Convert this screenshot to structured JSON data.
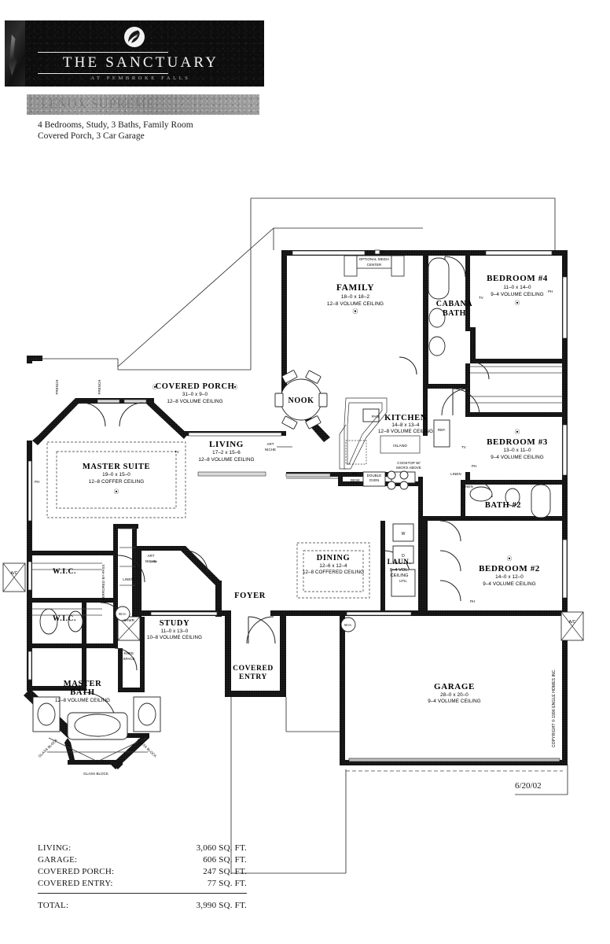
{
  "brand": {
    "title": "THE SANCTUARY",
    "subtitle": "AT  PEMBROKE  FALLS",
    "logo_icon": "leaf-medallion-icon"
  },
  "model": {
    "name": "LENOX SUPREME",
    "features_line1": "4 Bedrooms, Study, 3 Baths, Family Room",
    "features_line2": "Covered Porch, 3 Car Garage"
  },
  "plan": {
    "date": "6/20/02",
    "copyright": "COPYRIGHT © 1996 ENGLE HOMES INC.",
    "rooms": [
      {
        "id": "family",
        "name": "FAMILY",
        "dim": "18–0 x 18–2",
        "ceiling": "12–8 VOLUME CEILING"
      },
      {
        "id": "bedroom4",
        "name": "BEDROOM  #4",
        "dim": "11–0 x 14–0",
        "ceiling": "9–4 VOLUME CEILING"
      },
      {
        "id": "bedroom3",
        "name": "BEDROOM  #3",
        "dim": "13–0 x 11–0",
        "ceiling": "9–4 VOLUME CEILING"
      },
      {
        "id": "bedroom2",
        "name": "BEDROOM  #2",
        "dim": "14–0 x 12–0",
        "ceiling": "9–4 VOLUME CEILING"
      },
      {
        "id": "master-suite",
        "name": "MASTER  SUITE",
        "dim": "19–0 x 15–0",
        "ceiling": "12–8 COFFER CEILING"
      },
      {
        "id": "living",
        "name": "LIVING",
        "dim": "17–2 x 15–6",
        "ceiling": "12–8 VOLUME CEILING"
      },
      {
        "id": "covered-porch",
        "name": "COVERED  PORCH",
        "dim": "31–0 x 9–0",
        "ceiling": "12–8 VOLUME CEILING"
      },
      {
        "id": "kitchen",
        "name": "KITCHEN",
        "dim": "14–8 x 13–4",
        "ceiling": "12–8 VOLUME CEILING"
      },
      {
        "id": "dining",
        "name": "DINING",
        "dim": "12–6 x 12–4",
        "ceiling": "12–8 COFFERED CEILING"
      },
      {
        "id": "study",
        "name": "STUDY",
        "dim": "11–0 x 13–0",
        "ceiling": "10–8 VOLUME CEILING"
      },
      {
        "id": "garage",
        "name": "GARAGE",
        "dim": "28–0 x 20–0",
        "ceiling": "9–4 VOLUME CEILING"
      },
      {
        "id": "master-bath",
        "name": "MASTER",
        "name2": "BATH",
        "dim": "",
        "ceiling": "12–8 VOLUME CEILING"
      }
    ],
    "plain_labels": {
      "nook": "NOOK",
      "foyer": "FOYER",
      "cabana_bath_l1": "CABANA",
      "cabana_bath_l2": "BATH",
      "bath2": "BATH  #2",
      "covered_entry_l1": "COVERED",
      "covered_entry_l2": "ENTRY",
      "wic1": "W.I.C.",
      "wic2": "W.I.C.",
      "laundry": "LAUN.",
      "laundry_ceiling_l1": "9–4 VOL.",
      "laundry_ceiling_l2": "CEILING"
    },
    "detail_labels": {
      "media_tv": "TV",
      "media_center_l1": "OPTIONAL MEDIA",
      "media_center_l2": "CENTER",
      "island": "ISLAND",
      "ref": "REF.",
      "cooktop_l1": "COOKTOP W/",
      "cooktop_l2": "MICRO ABOVE",
      "double_oven_l1": "DOUBLE",
      "double_oven_l2": "OVEN",
      "desk": "DESK",
      "pantry": "PAN.",
      "linen_kitchen": "LINEN",
      "linen_bath": "LINEN",
      "linen_hall": "LINEN",
      "art_niche_l1": "ART",
      "art_niche_l2": "NICHE",
      "art_niche2_l1": "ART",
      "art_niche2_l2": "NICHE",
      "mirrored_bypass": "MIRRORED BY-PASS",
      "water_heater": "W.H.",
      "water_heater2": "W.H.",
      "shower": "SHWR",
      "knee_space_l1": "KNEE",
      "knee_space_l2": "SPACE",
      "glass_block_left": "GLASS BLOCK",
      "glass_block_center": "GLASS BLOCK",
      "glass_block_right": "GLASS BLOCK",
      "french_left": "FRENCH",
      "french_right": "FRENCH",
      "ac_left": "A/C",
      "ac_right": "A/C",
      "washer": "W",
      "dryer": "D",
      "util": "UTIL",
      "tv": "TV",
      "ph": "PH"
    }
  },
  "summary": {
    "rows": [
      {
        "label": "LIVING:",
        "value": "3,060 SQ. FT."
      },
      {
        "label": "GARAGE:",
        "value": "606 SQ. FT."
      },
      {
        "label": "COVERED PORCH:",
        "value": "247 SQ. FT."
      },
      {
        "label": "COVERED ENTRY:",
        "value": "77 SQ. FT."
      }
    ],
    "total_label": "TOTAL:",
    "total_value": "3,990 SQ. FT."
  }
}
